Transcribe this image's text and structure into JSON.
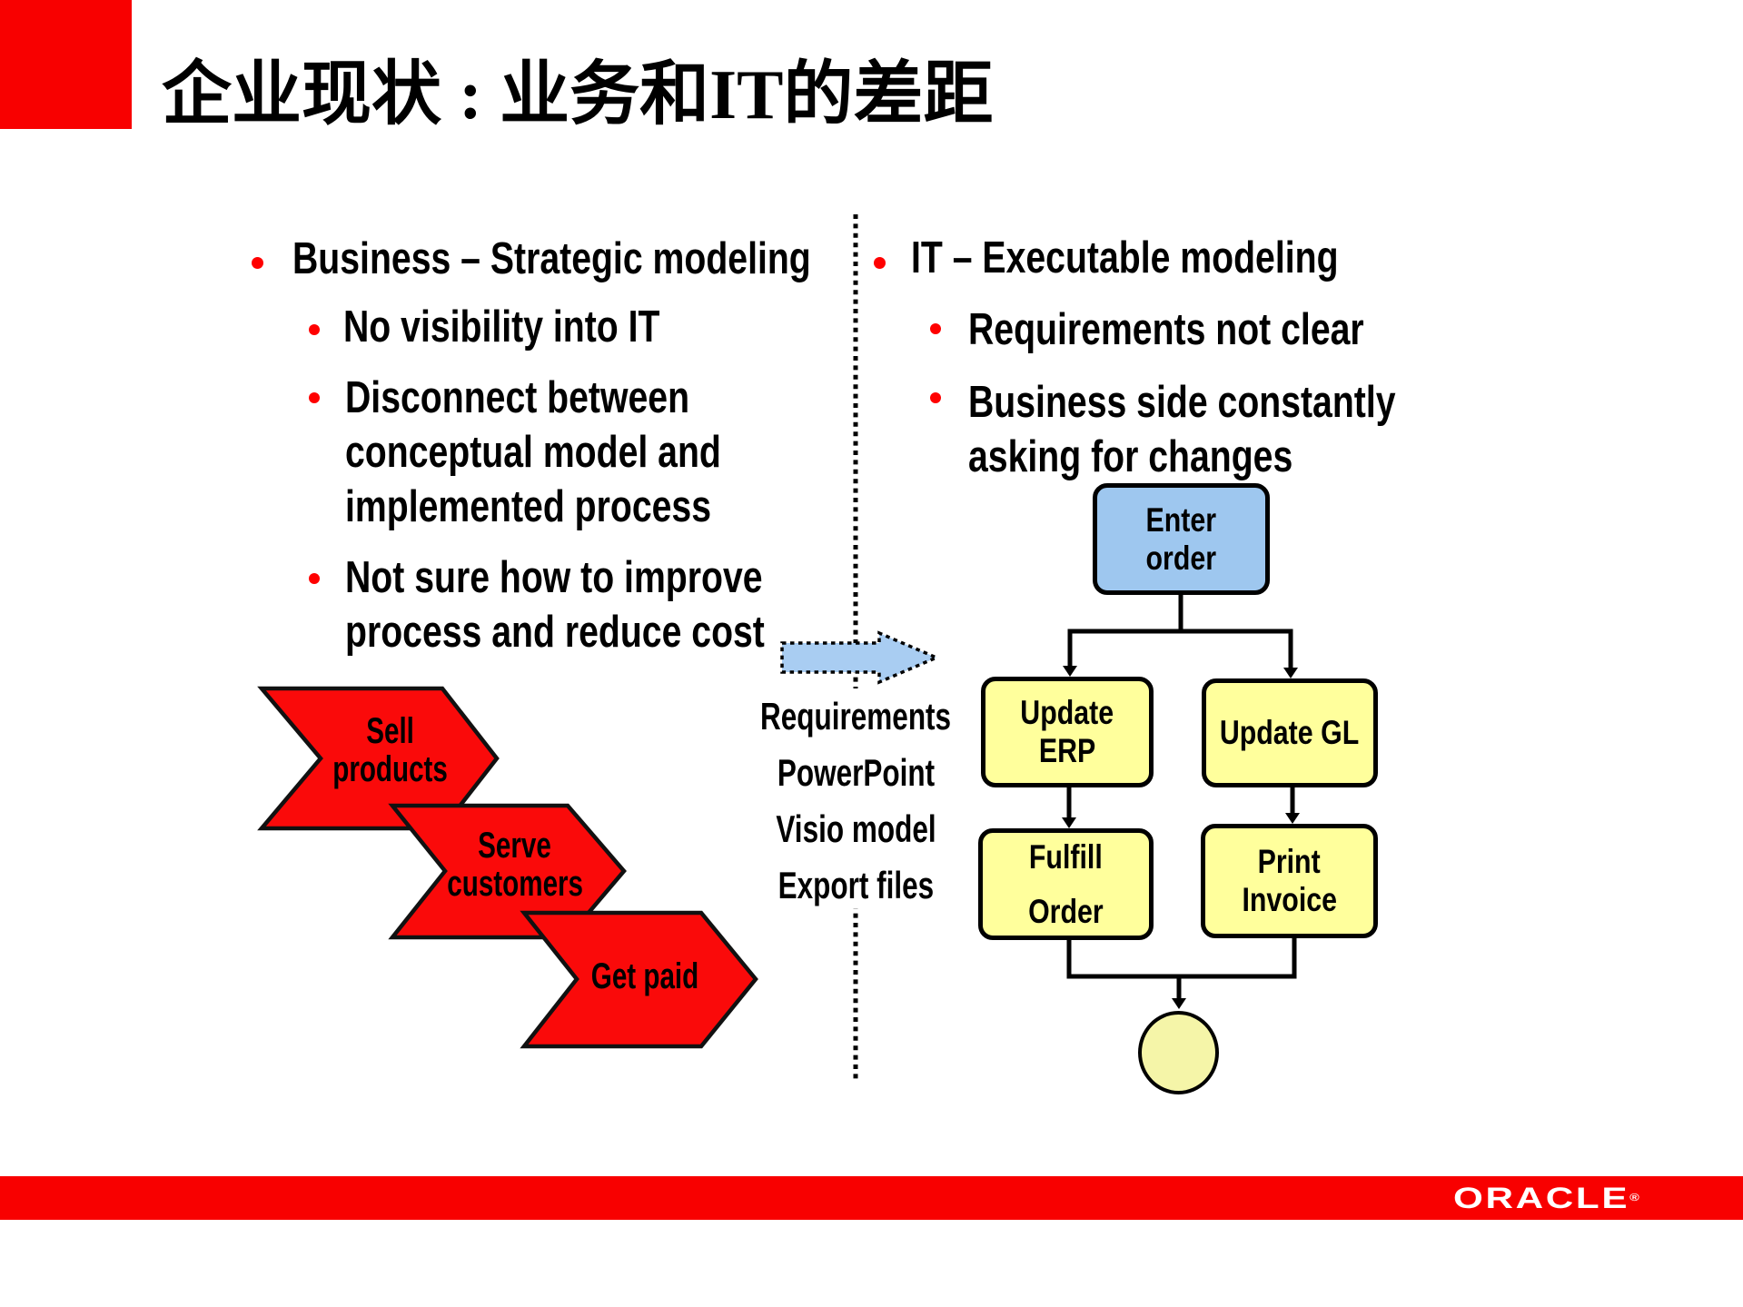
{
  "slide": {
    "title": "企业现状 : 业务和IT的差距"
  },
  "left_column": {
    "heading": "Business – Strategic modeling",
    "items": [
      {
        "lines": [
          "No visibility into IT"
        ]
      },
      {
        "lines": [
          "Disconnect between",
          "conceptual model and",
          "implemented process"
        ]
      },
      {
        "lines": [
          "Not sure how to improve",
          "process and reduce cost"
        ]
      }
    ]
  },
  "right_column": {
    "heading": "IT – Executable modeling",
    "items": [
      {
        "lines": [
          "Requirements not clear"
        ]
      },
      {
        "lines": [
          "Business side constantly",
          "asking for changes"
        ]
      }
    ]
  },
  "artifacts": {
    "labels": [
      "Requirements",
      "PowerPoint",
      "Visio model",
      "Export files"
    ]
  },
  "process_chevrons": [
    {
      "lines": [
        "Sell",
        "products"
      ]
    },
    {
      "lines": [
        "Serve",
        "customers"
      ]
    },
    {
      "lines": [
        "Get paid"
      ]
    }
  ],
  "flowchart": {
    "enter_order": {
      "line1": "Enter",
      "line2": "order"
    },
    "update_erp": {
      "line1": "Update",
      "line2": "ERP"
    },
    "update_gl": {
      "line1": "Update GL"
    },
    "fulfill_order": {
      "line1": "Fulfill",
      "line2": "Order"
    },
    "print_invoice": {
      "line1": "Print",
      "line2": "Invoice"
    }
  },
  "footer": {
    "logo_text": "ORACLE",
    "registered_mark": "®"
  },
  "colors": {
    "accent_red": "#F80000",
    "chevron_red": "#FA0A0A",
    "bullet_red": "#FF0000",
    "flow_blue": "#9EC7EF",
    "flow_yellow": "#FFFF9C",
    "end_circle_yellow": "#F5F5A8",
    "arrow_blue": "#A9CDF2"
  }
}
